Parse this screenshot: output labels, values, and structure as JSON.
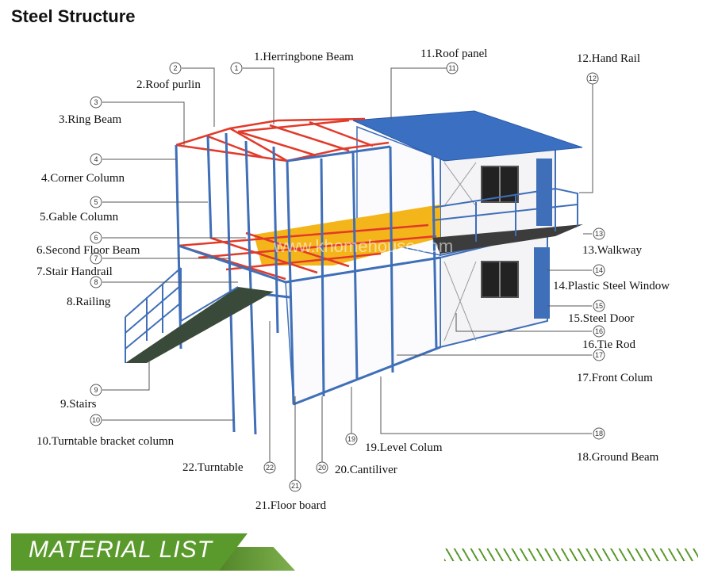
{
  "title": "Steel Structure",
  "watermark": "www.khomehouse.com",
  "banner": {
    "label": "MATERIAL LIST"
  },
  "colors": {
    "steel_blue": "#3f6fb8",
    "roof_red": "#e23a2a",
    "floor_yellow": "#f3b51a",
    "roof_panel": "#3b6fc2",
    "banner_green": "#5a9a2c"
  },
  "callouts": [
    {
      "num": "1",
      "label": "1.Herringbone Beam"
    },
    {
      "num": "2",
      "label": "2.Roof purlin"
    },
    {
      "num": "3",
      "label": "3.Ring Beam"
    },
    {
      "num": "4",
      "label": "4.Corner Column"
    },
    {
      "num": "5",
      "label": "5.Gable Column"
    },
    {
      "num": "6",
      "label": "6.Second Floor Beam"
    },
    {
      "num": "7",
      "label": "7.Stair Handrail"
    },
    {
      "num": "8",
      "label": "8.Railing"
    },
    {
      "num": "9",
      "label": "9.Stairs"
    },
    {
      "num": "10",
      "label": "10.Turntable bracket column"
    },
    {
      "num": "11",
      "label": "11.Roof panel"
    },
    {
      "num": "12",
      "label": "12.Hand Rail"
    },
    {
      "num": "13",
      "label": "13.Walkway"
    },
    {
      "num": "14",
      "label": "14.Plastic Steel Window"
    },
    {
      "num": "15",
      "label": "15.Steel Door"
    },
    {
      "num": "16",
      "label": "16.Tie Rod"
    },
    {
      "num": "17",
      "label": "17.Front Colum"
    },
    {
      "num": "18",
      "label": "18.Ground Beam"
    },
    {
      "num": "19",
      "label": "19.Level Colum"
    },
    {
      "num": "20",
      "label": "20.Cantiliver"
    },
    {
      "num": "21",
      "label": "21.Floor board"
    },
    {
      "num": "22",
      "label": "22.Turntable"
    }
  ]
}
